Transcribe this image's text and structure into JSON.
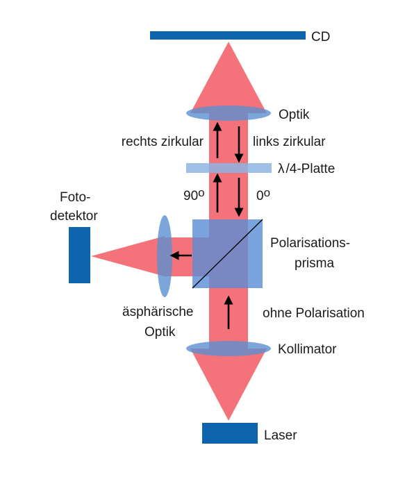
{
  "labels": {
    "cd": "CD",
    "optik": "Optik",
    "rechts_zirkular": "rechts zirkular",
    "links_zirkular": "links zirkular",
    "lambda_plate_symbol": "λ",
    "lambda_plate_rest": "/4-Platte",
    "angle_90_num": "90",
    "angle_0_num": "0",
    "degree_sign": "o",
    "foto_line1": "Foto-",
    "foto_line2": "detektor",
    "prism_line1": "Polarisations-",
    "prism_line2": "prisma",
    "asph_line1": "äsphärische",
    "asph_line2": "Optik",
    "ohne_polarisation": "ohne Polarisation",
    "kollimator": "Kollimator",
    "laser": "Laser"
  },
  "colors": {
    "beam": "#f4737a",
    "beam_overlap": "#b5497b",
    "component_dark": "#0e63ad",
    "lens": "#5b8fd0",
    "plate": "#8db5e3",
    "prism": "#5a8dd6",
    "arrow": "#000000",
    "text": "#1a1a1a"
  }
}
